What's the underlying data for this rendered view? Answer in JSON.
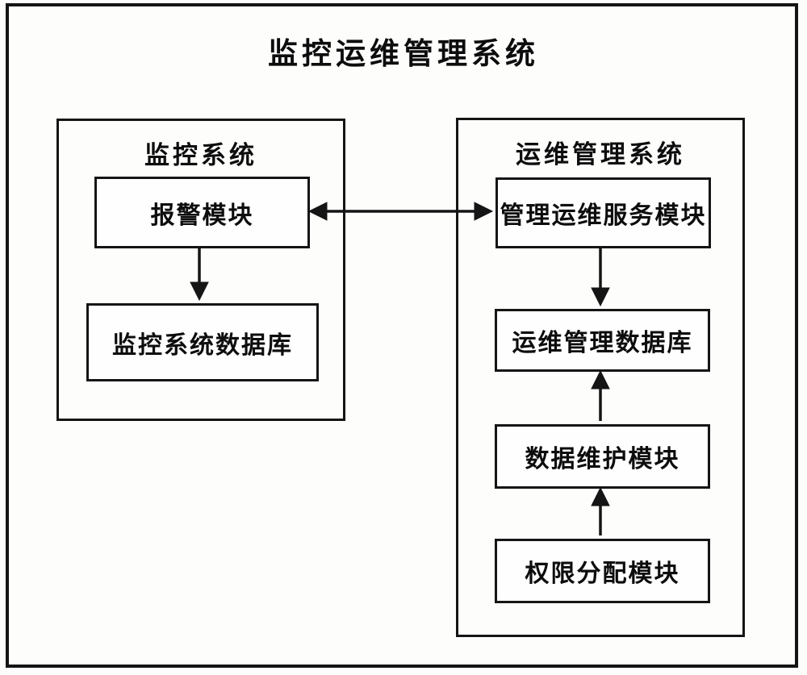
{
  "diagram": {
    "title": "监控运维管理系统",
    "left_group": {
      "title": "监控系统",
      "modules": {
        "alarm": "报警模块",
        "database": "监控系统数据库"
      }
    },
    "right_group": {
      "title": "运维管理系统",
      "modules": {
        "service": "管理运维服务模块",
        "database": "运维管理数据库",
        "maintenance": "数据维护模块",
        "permission": "权限分配模块"
      }
    },
    "connections": [
      {
        "from": "报警模块",
        "to": "监控系统数据库",
        "direction": "down"
      },
      {
        "from": "报警模块",
        "to": "管理运维服务模块",
        "direction": "bidirectional"
      },
      {
        "from": "管理运维服务模块",
        "to": "运维管理数据库",
        "direction": "down"
      },
      {
        "from": "数据维护模块",
        "to": "运维管理数据库",
        "direction": "up"
      },
      {
        "from": "权限分配模块",
        "to": "数据维护模块",
        "direction": "up"
      }
    ],
    "colors": {
      "line": "#151515",
      "background": "#fdfdfc",
      "text": "#0d0d0d"
    }
  }
}
